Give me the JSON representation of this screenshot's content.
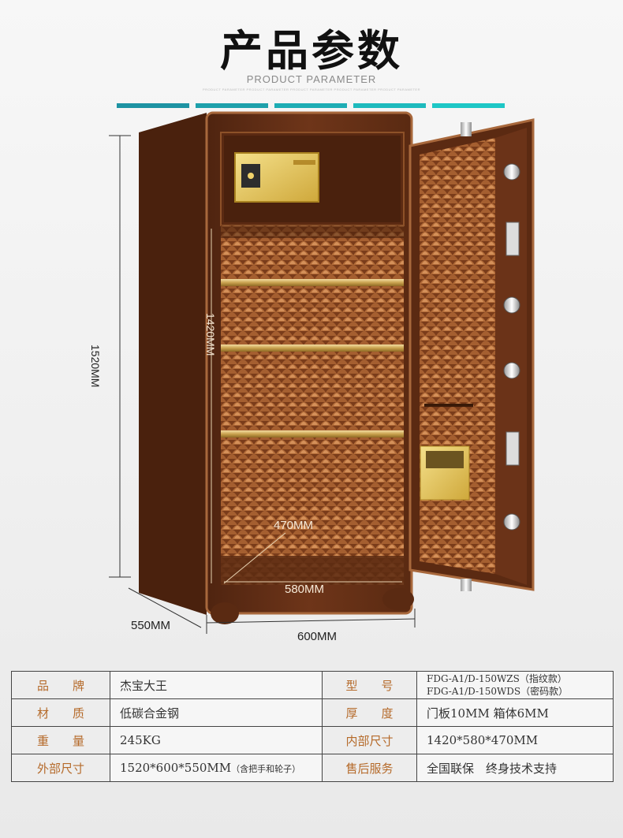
{
  "header": {
    "title": "产品参数",
    "subtitle": "PRODUCT PARAMETER",
    "fine_print": "PRODUCT PARAMETER PRODUCT PARAMETER PRODUCT PARAMETER PRODUCT PARAMETER PRODUCT PARAMETER",
    "bar_colors": [
      "#1e93a3",
      "#1ea0ab",
      "#1eadb4",
      "#1ebabd",
      "#1ec7c6"
    ]
  },
  "dimensions": {
    "outer_height": "1520MM",
    "inner_height": "1420MM",
    "inner_depth": "470MM",
    "inner_width": "580MM",
    "outer_depth": "550MM",
    "outer_width": "600MM"
  },
  "colors": {
    "safe_body": "#6a3318",
    "safe_edge": "#a4623a",
    "interior_pattern": "#9b5a2c",
    "shelf_gold": "#d6b36a",
    "label_orange": "#b56a2a",
    "panel_gold": "#e9cf6b"
  },
  "specs": [
    {
      "label_left": "品　　牌",
      "value_left": "杰宝大王",
      "label_right": "型　　号",
      "value_right_lines": [
        "FDG-A1/D-150WZS（指纹款）",
        "FDG-A1/D-150WDS（密码款）"
      ]
    },
    {
      "label_left": "材　　质",
      "value_left": "低碳合金钢",
      "label_right": "厚　　度",
      "value_right": "门板10MM  箱体6MM"
    },
    {
      "label_left": "重　　量",
      "value_left": "245KG",
      "label_right": "内部尺寸",
      "value_right": "1420*580*470MM"
    },
    {
      "label_left": "外部尺寸",
      "value_left": "1520*600*550MM",
      "value_left_note": "（含把手和轮子）",
      "label_right": "售后服务",
      "value_right": "全国联保　终身技术支持"
    }
  ]
}
